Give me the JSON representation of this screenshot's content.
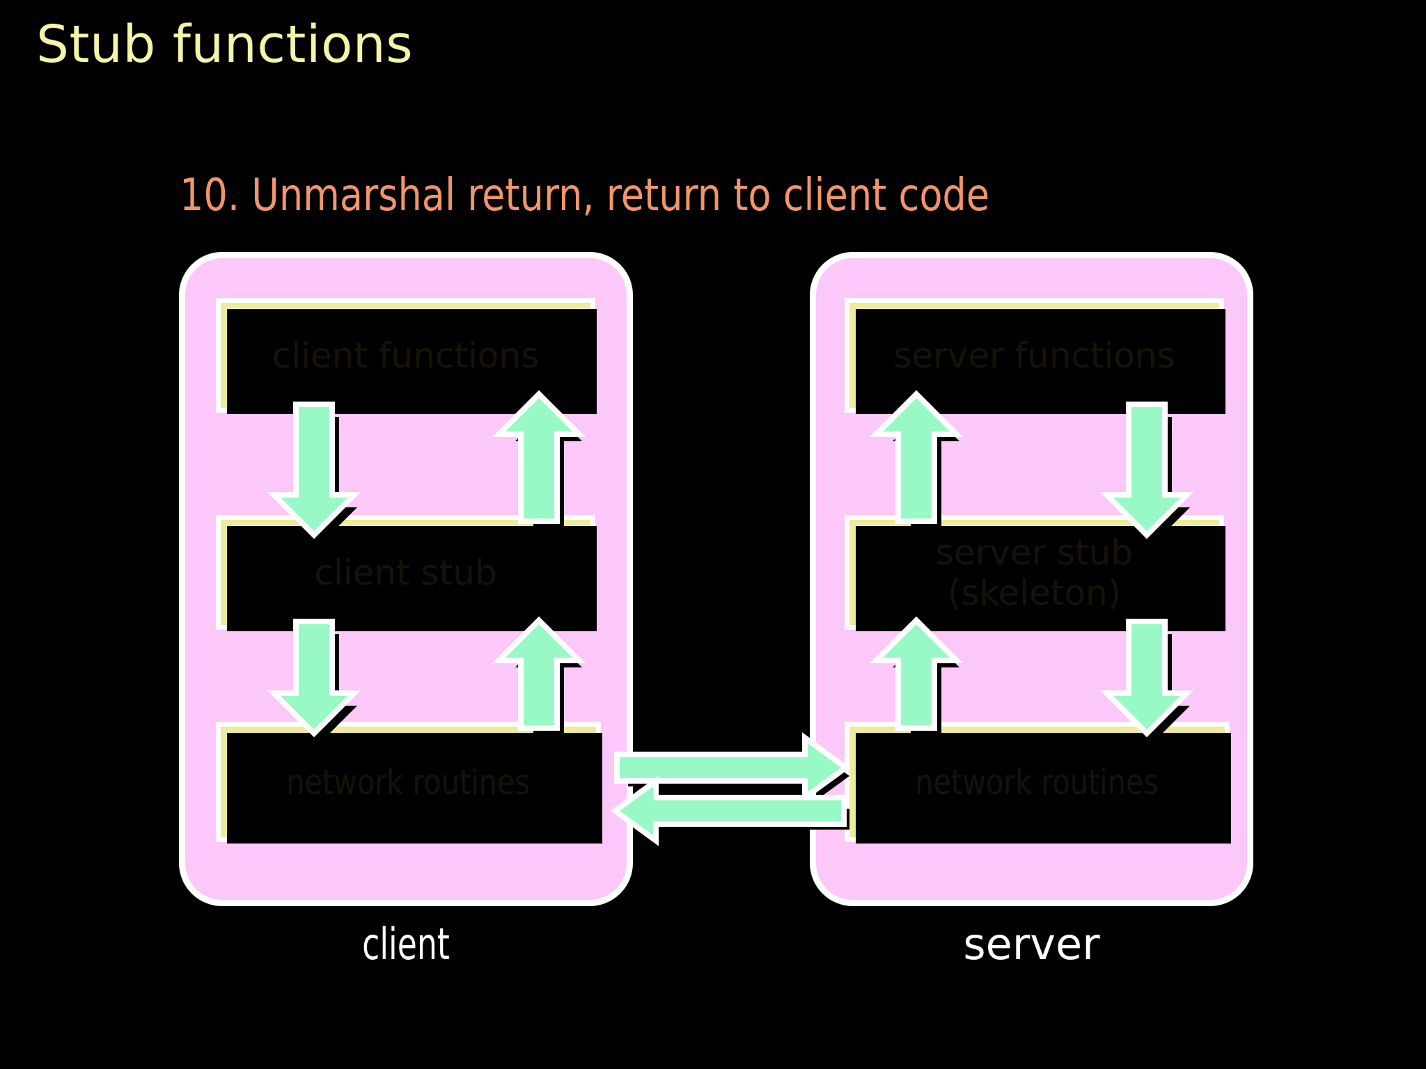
{
  "slide": {
    "title": "Stub functions",
    "step_caption": "10. Unmarshal return, return to client code",
    "background_color": "#000000",
    "title_color": "#F4F5A8",
    "caption_color": "#F2956B",
    "panel_color": "#FBC8F9",
    "box_color": "#EDEB9C",
    "arrow_color": "#99F9C6",
    "label_color": "#FFFFFF"
  },
  "client": {
    "caption": "client",
    "boxes": {
      "functions": "client functions",
      "stub": "client stub",
      "network": "network routines"
    }
  },
  "server": {
    "caption": "server",
    "boxes": {
      "functions": "server functions",
      "stub": "server stub\n(skeleton)",
      "network": "network routines"
    }
  },
  "arrows": {
    "client_functions_to_stub": "down-arrow",
    "client_stub_to_functions": "up-arrow",
    "client_stub_to_network": "down-arrow",
    "client_network_to_stub": "up-arrow",
    "client_to_server": "right-arrow",
    "server_to_client": "left-arrow",
    "server_stub_to_functions": "up-arrow",
    "server_functions_to_stub": "down-arrow",
    "server_network_to_stub": "up-arrow",
    "server_stub_to_network": "down-arrow"
  }
}
